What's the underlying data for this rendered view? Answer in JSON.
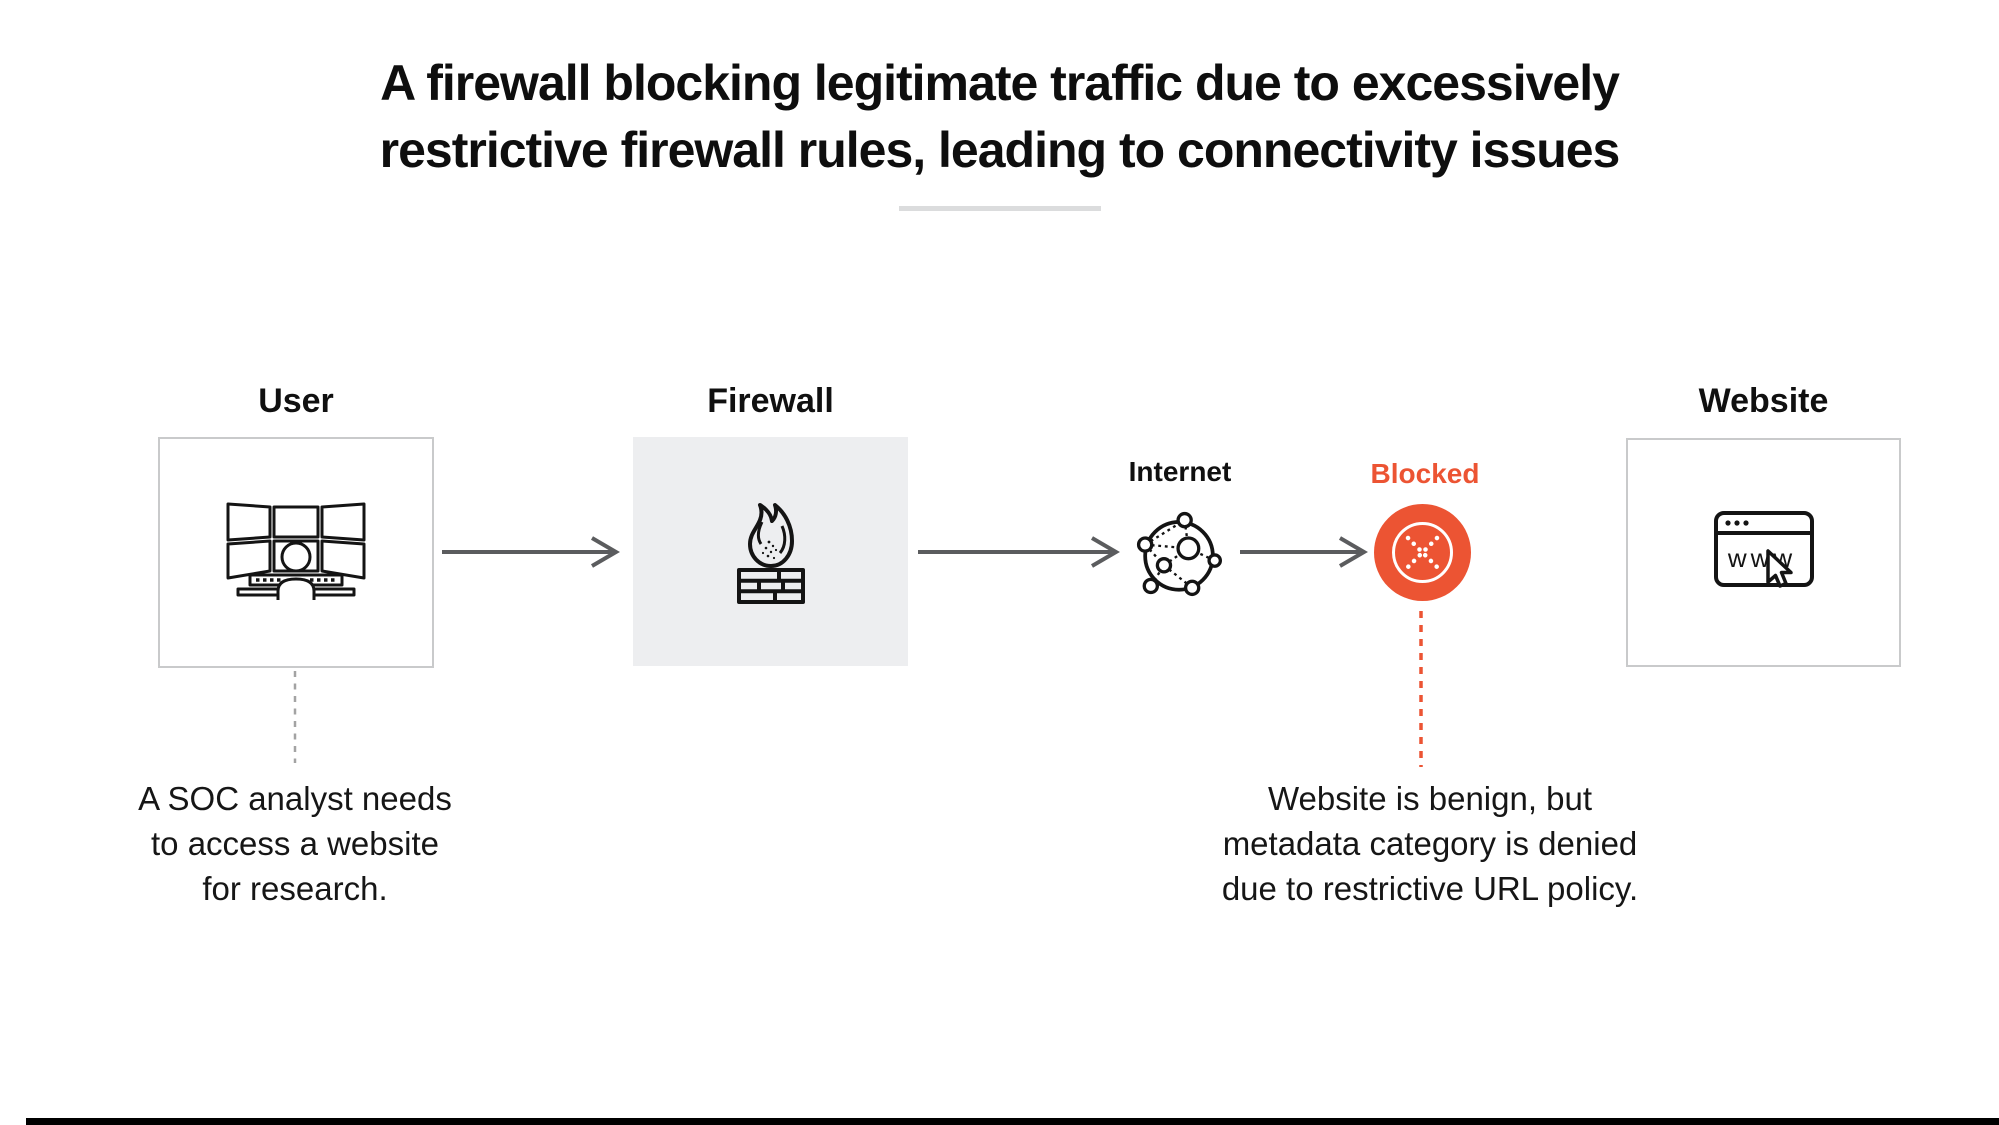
{
  "title": {
    "line1": "A firewall blocking legitimate traffic due to excessively",
    "line2": "restrictive firewall rules, leading to connectivity issues"
  },
  "flow": {
    "user_label": "User",
    "firewall_label": "Firewall",
    "internet_label": "Internet",
    "blocked_label": "Blocked",
    "website_label": "Website"
  },
  "annotations": {
    "user": {
      "lines": [
        "A SOC analyst needs",
        "to access a website",
        "for research."
      ]
    },
    "blocked": {
      "lines": [
        "Website is benign, but",
        "metadata category is denied",
        "due to restrictive URL policy."
      ]
    }
  },
  "icons": {
    "user": "multi-monitor-workstation-icon",
    "firewall": "flame-over-brick-wall-icon",
    "internet": "network-globe-icon",
    "blocked": "blocked-cross-circle-icon",
    "website": "browser-window-cursor-icon",
    "website_text": "www"
  },
  "colors": {
    "accent_orange": "#ec5433",
    "arrow_gray": "#5b5c5e",
    "box_border_gray": "#c9cacb",
    "firewall_box_bg": "#edeef0",
    "divider_gray": "#dbdcdd",
    "text_black": "#0e0e0e"
  }
}
